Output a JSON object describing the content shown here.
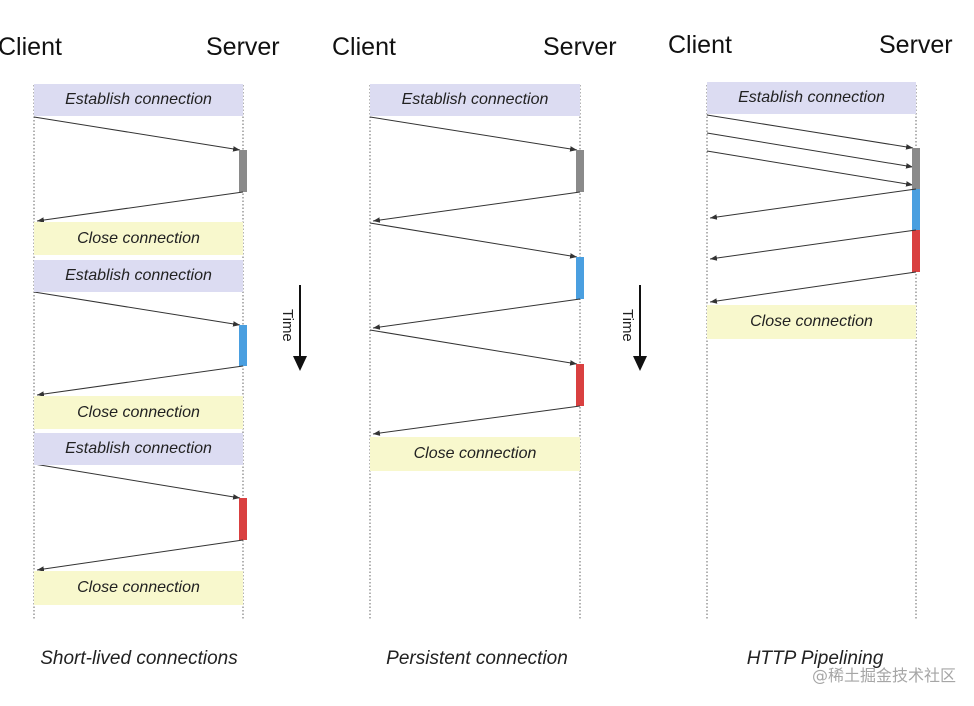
{
  "labels": {
    "client": "Client",
    "server": "Server",
    "establish": "Establish connection",
    "close": "Close connection",
    "time": "Time"
  },
  "captions": {
    "short_lived": "Short-lived connections",
    "persistent": "Persistent connection",
    "pipelining": "HTTP Pipelining"
  },
  "watermark": "@稀土掘金技术社区",
  "colors": {
    "establish_bg": "#dcdcf2",
    "close_bg": "#f8f8cd",
    "request1": "#8a8a8a",
    "request2": "#4a9fe0",
    "request3": "#d94040",
    "line": "#333333"
  }
}
